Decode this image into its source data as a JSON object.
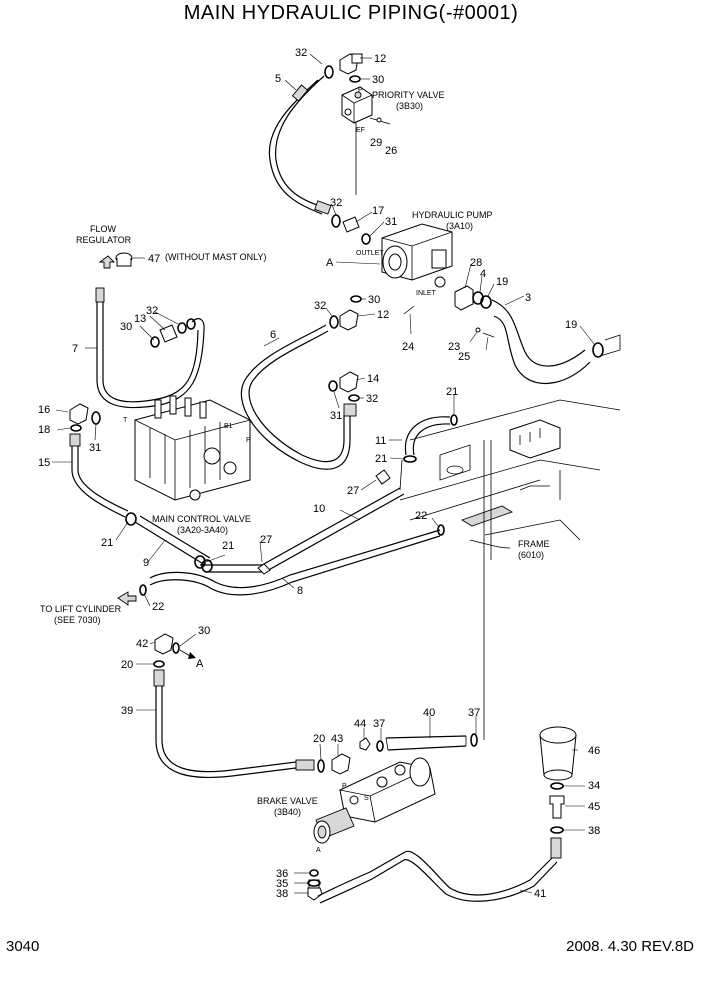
{
  "title": "MAIN HYDRAULIC PIPING(-#0001)",
  "page_number": "3040",
  "revision": "2008. 4.30  REV.8D",
  "callouts": {
    "priority_valve": [
      "PRIORITY VALVE",
      "(3B30)"
    ],
    "hydraulic_pump": [
      "HYDRAULIC PUMP",
      "(3A10)"
    ],
    "flow_regulator": [
      "FLOW",
      "REGULATOR"
    ],
    "without_mast": "(WITHOUT MAST ONLY)",
    "main_control_valve": [
      "MAIN CONTROL VALVE",
      "(3A20-3A40)"
    ],
    "frame": [
      "FRAME",
      "(6010)"
    ],
    "lift_cylinder": [
      "TO LIFT CYLINDER",
      "(SEE 7030)"
    ],
    "brake_valve": [
      "BRAKE VALVE",
      "(3B40)"
    ],
    "outlet": "OUTLET",
    "inlet": "INLET",
    "port_p": "P",
    "port_ef": "EF",
    "port_t": "T",
    "port_b1": "B1",
    "port_a": "A",
    "port_s": "S",
    "ref_a": "A"
  },
  "part_numbers": [
    "32",
    "12",
    "30",
    "5",
    "29",
    "26",
    "32",
    "17",
    "31",
    "28",
    "4",
    "19",
    "3",
    "30",
    "12",
    "32",
    "24",
    "23",
    "25",
    "19",
    "47",
    "7",
    "30",
    "13",
    "32",
    "6",
    "14",
    "31",
    "32",
    "21",
    "16",
    "18",
    "31",
    "15",
    "11",
    "21",
    "27",
    "10",
    "22",
    "21",
    "9",
    "21",
    "27",
    "8",
    "22",
    "42",
    "30",
    "20",
    "39",
    "44",
    "37",
    "40",
    "37",
    "20",
    "43",
    "46",
    "34",
    "45",
    "38",
    "36",
    "35",
    "38",
    "41"
  ]
}
